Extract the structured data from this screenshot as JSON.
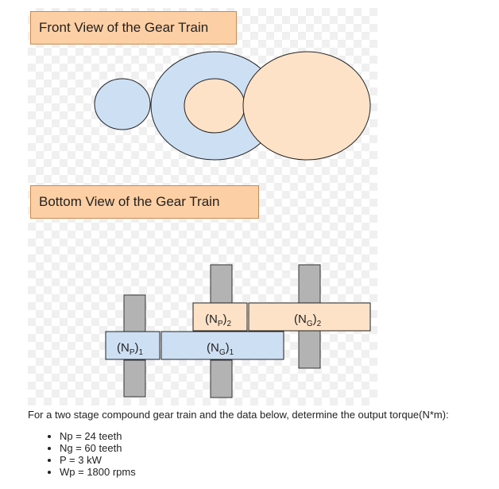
{
  "diagram": {
    "front_title": "Front View of the Gear Train",
    "bottom_title": "Bottom View of the Gear Train",
    "labels": {
      "np1": {
        "base": "(N",
        "sub": "P",
        "close": ")",
        "idx": "1"
      },
      "ng1": {
        "base": "(N",
        "sub": "G",
        "close": ")",
        "idx": "1"
      },
      "np2": {
        "base": "(N",
        "sub": "P",
        "close": ")",
        "idx": "2"
      },
      "ng2": {
        "base": "(N",
        "sub": "G",
        "close": ")",
        "idx": "2"
      }
    },
    "colors": {
      "blue_gear": "#cddff3",
      "peach_gear": "#fde2c7",
      "shaft": "#b3b3b3",
      "title_bg": "#fdcfa4"
    }
  },
  "problem": {
    "statement": "For a two stage compound gear train and the data below, determine the output torque(N*m):",
    "data": [
      "Np = 24 teeth",
      "Ng = 60 teeth",
      "P = 3 kW",
      "Wp = 1800 rpms"
    ]
  }
}
